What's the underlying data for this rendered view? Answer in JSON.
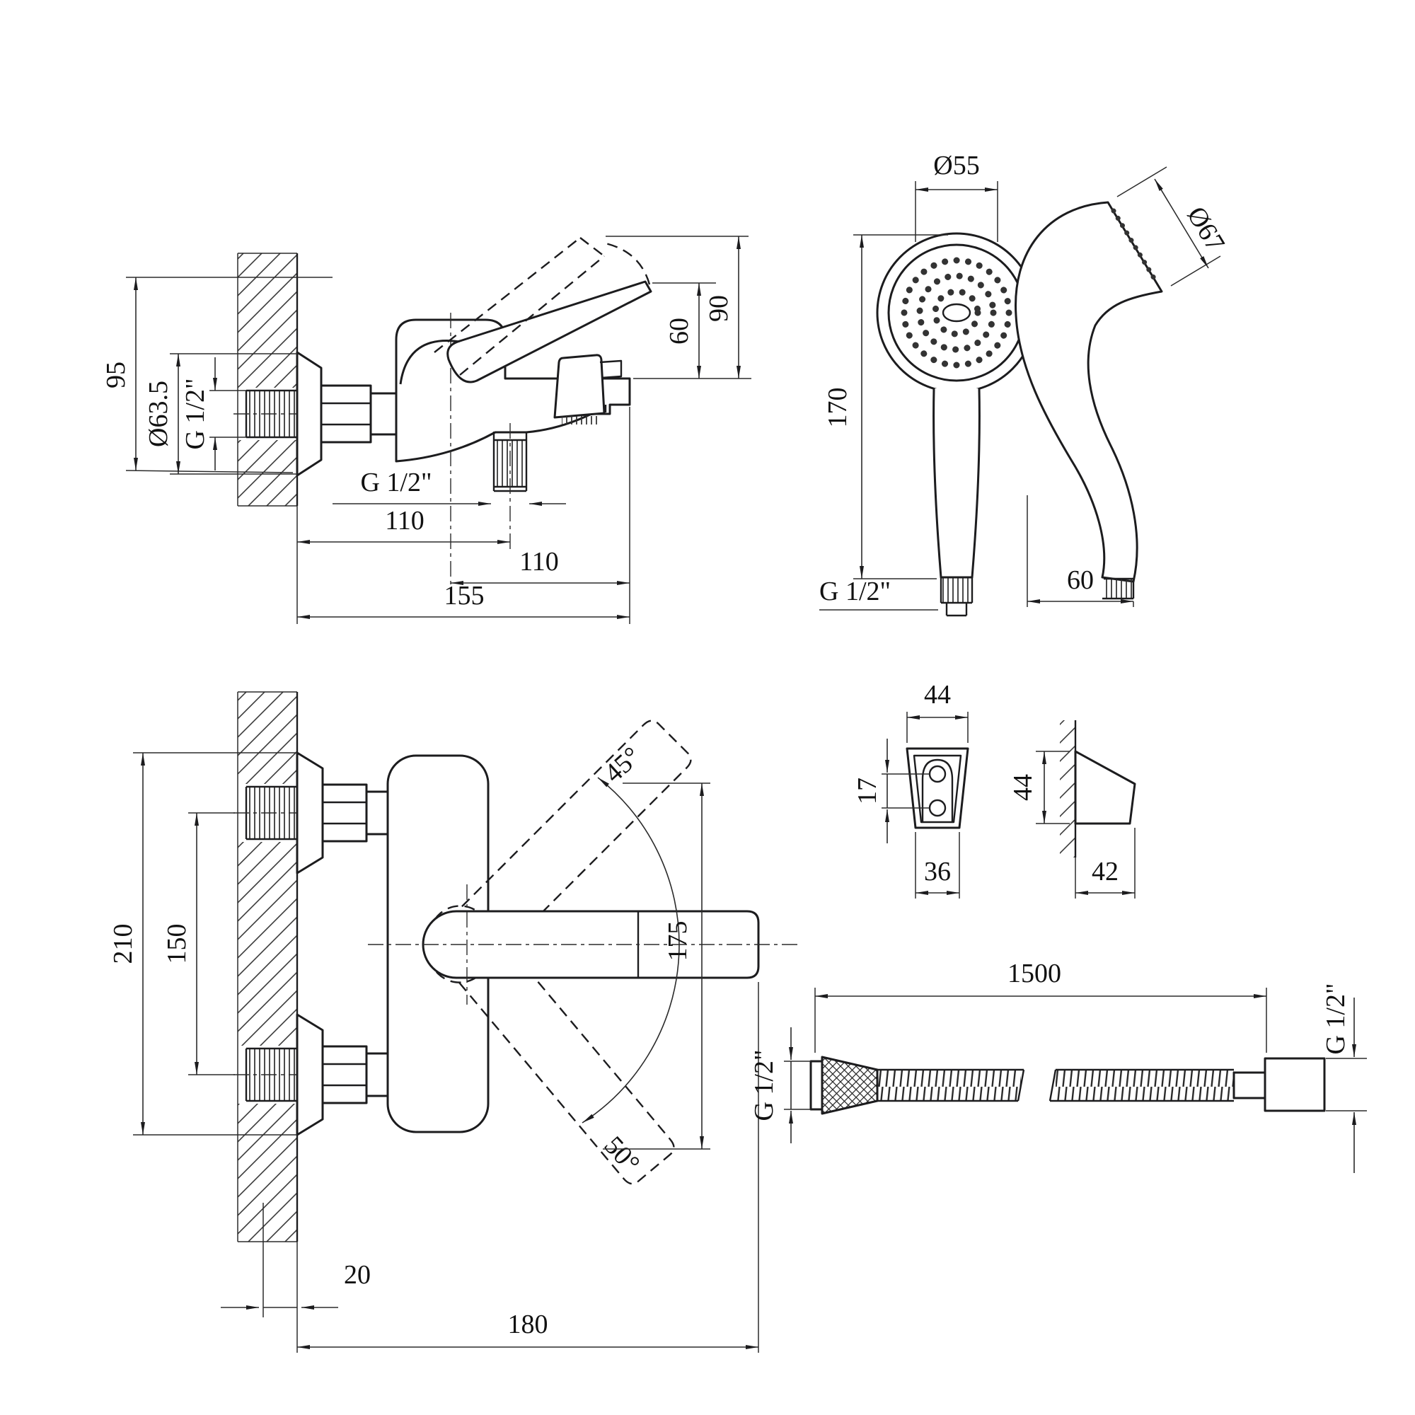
{
  "drawing": {
    "background": "#ffffff",
    "line_color": "#1c1c1e",
    "views": {
      "mixer_side": {
        "dim_95": "95",
        "dim_d63_5": "Ø63.5",
        "dim_g12_wall": "G 1/2\"",
        "dim_60": "60",
        "dim_90": "90",
        "dim_g12_shower": "G 1/2\"",
        "dim_110_a": "110",
        "dim_110_b": "110",
        "dim_155": "155"
      },
      "mixer_front": {
        "dim_210": "210",
        "dim_150": "150",
        "dim_45": "45°",
        "dim_50": "50°",
        "dim_175": "175",
        "dim_20": "20",
        "dim_180": "180"
      },
      "handset_front": {
        "dim_d55": "Ø55",
        "dim_170": "170",
        "dim_g12": "G 1/2\""
      },
      "handset_side": {
        "dim_d67": "Ø67",
        "dim_60": "60"
      },
      "holder_front": {
        "dim_44": "44",
        "dim_17": "17",
        "dim_36": "36"
      },
      "holder_side": {
        "dim_44": "44",
        "dim_42": "42"
      },
      "hose": {
        "dim_1500": "1500",
        "dim_g12_left": "G 1/2\"",
        "dim_g12_right": "G 1/2\""
      }
    }
  }
}
